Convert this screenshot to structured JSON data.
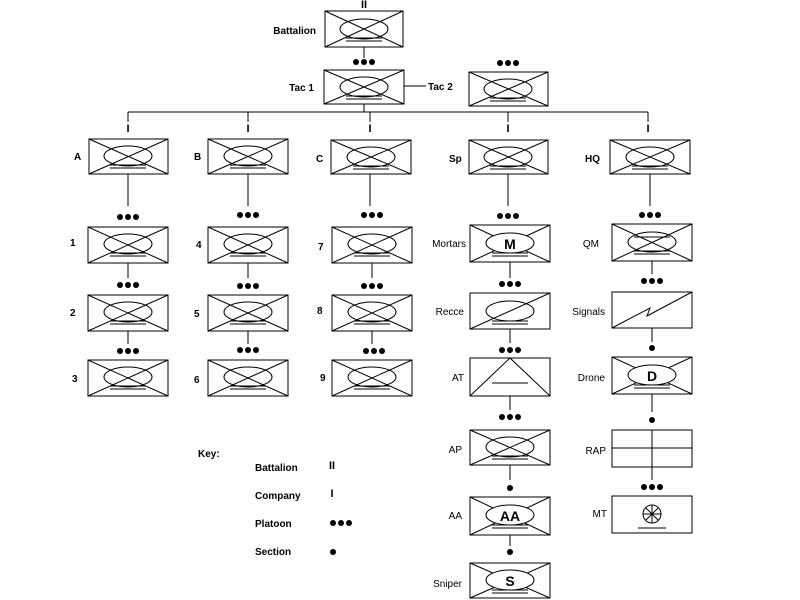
{
  "units": {
    "battalion": {
      "label": "Battalion",
      "echelon": "II"
    },
    "tac1": {
      "label": "Tac 1"
    },
    "tac2": {
      "label": "Tac 2"
    },
    "coA": {
      "label": "A",
      "echelon": "I"
    },
    "coB": {
      "label": "B",
      "echelon": "I"
    },
    "coC": {
      "label": "C",
      "echelon": "I"
    },
    "coSp": {
      "label": "Sp",
      "echelon": "I"
    },
    "coHQ": {
      "label": "HQ",
      "echelon": "I"
    },
    "pl1": {
      "label": "1"
    },
    "pl2": {
      "label": "2"
    },
    "pl3": {
      "label": "3"
    },
    "pl4": {
      "label": "4"
    },
    "pl5": {
      "label": "5"
    },
    "pl6": {
      "label": "6"
    },
    "pl7": {
      "label": "7"
    },
    "pl8": {
      "label": "8"
    },
    "pl9": {
      "label": "9"
    },
    "mortars": {
      "label": "Mortars",
      "inner": "M"
    },
    "recce": {
      "label": "Recce"
    },
    "at": {
      "label": "AT"
    },
    "ap": {
      "label": "AP"
    },
    "aa": {
      "label": "AA",
      "inner": "AA"
    },
    "sniper": {
      "label": "Sniper",
      "inner": "S"
    },
    "qm": {
      "label": "QM"
    },
    "signals": {
      "label": "Signals"
    },
    "drone": {
      "label": "Drone",
      "inner": "D"
    },
    "rap": {
      "label": "RAP"
    },
    "mt": {
      "label": "MT"
    }
  },
  "key": {
    "title": "Key:",
    "items": [
      {
        "label": "Battalion",
        "symbol": "II"
      },
      {
        "label": "Company",
        "symbol": "I"
      },
      {
        "label": "Platoon",
        "symbol": "platoon-dots"
      },
      {
        "label": "Section",
        "symbol": "section-dot"
      }
    ]
  }
}
